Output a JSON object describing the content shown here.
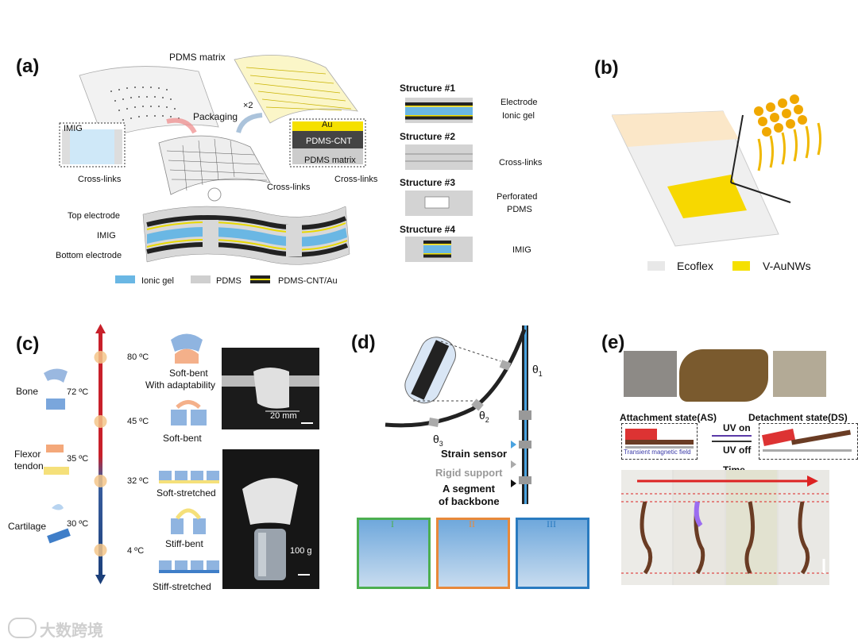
{
  "panels": {
    "a": {
      "label": "(a)",
      "pdms_matrix": "PDMS matrix",
      "packaging": "Packaging",
      "times2": "×2",
      "imig": "IMIG",
      "au": "Au",
      "pdms_cnt": "PDMS-CNT",
      "pdms_matrix_small": "PDMS matrix",
      "cross_links_left": "Cross-links",
      "cross_links_mid": "Cross-links",
      "cross_links_right": "Cross-links",
      "top_electrode": "Top electrode",
      "imig_side": "IMIG",
      "bottom_electrode": "Bottom electrode",
      "legend": [
        "Ionic gel",
        "PDMS",
        "PDMS-CNT/Au"
      ],
      "structures": [
        {
          "title": "Structure #1",
          "labels": [
            "Electrode",
            "Ionic gel"
          ]
        },
        {
          "title": "Structure #2",
          "labels": [
            "Cross-links"
          ]
        },
        {
          "title": "Structure #3",
          "labels": [
            "Perforated",
            "PDMS"
          ]
        },
        {
          "title": "Structure #4",
          "labels": [
            "IMIG"
          ]
        }
      ]
    },
    "b": {
      "label": "(b)",
      "legend": [
        "Ecoflex",
        "V-AuNWs"
      ]
    },
    "c": {
      "label": "(c)",
      "temps": [
        "80 ºC",
        "72 ºC",
        "45 ºC",
        "35 ºC",
        "32 ºC",
        "30 ºC",
        "4 ºC"
      ],
      "tissues": [
        "Bone",
        "Flexor",
        "tendon",
        "Cartilage"
      ],
      "states": [
        "Soft-bent",
        "With adaptability",
        "Soft-bent",
        "Soft-stretched",
        "Stiff-bent",
        "Stiff-stretched"
      ],
      "scale1": "20 mm",
      "weight": "100 g"
    },
    "d": {
      "label": "(d)",
      "theta1": "θ",
      "theta1_sub": "1",
      "theta2": "θ",
      "theta2_sub": "2",
      "theta3": "θ",
      "theta3_sub": "3",
      "strain_sensor": "Strain sensor",
      "rigid_support": "Rigid support",
      "segment": "A segment",
      "of_backbone": "of backbone",
      "roman": [
        "I",
        "II",
        "III"
      ]
    },
    "e": {
      "label": "(e)",
      "attachment": "Attachment state(AS)",
      "detachment": "Detachment state(DS)",
      "uv_on": "UV on",
      "uv_off": "UV off",
      "time": "Time",
      "transient": "Transient magnetic field"
    }
  },
  "watermark": "大数跨境",
  "colors": {
    "ionic_gel": "#5aaee0",
    "pdms": "#cfcfcf",
    "au": "#f5e000",
    "thermo_hot": "#c8202a",
    "thermo_cold": "#1b3f7a",
    "struct_green": "#4caf50",
    "struct_orange": "#e8893a",
    "struct_blue": "#2a7bc0"
  }
}
